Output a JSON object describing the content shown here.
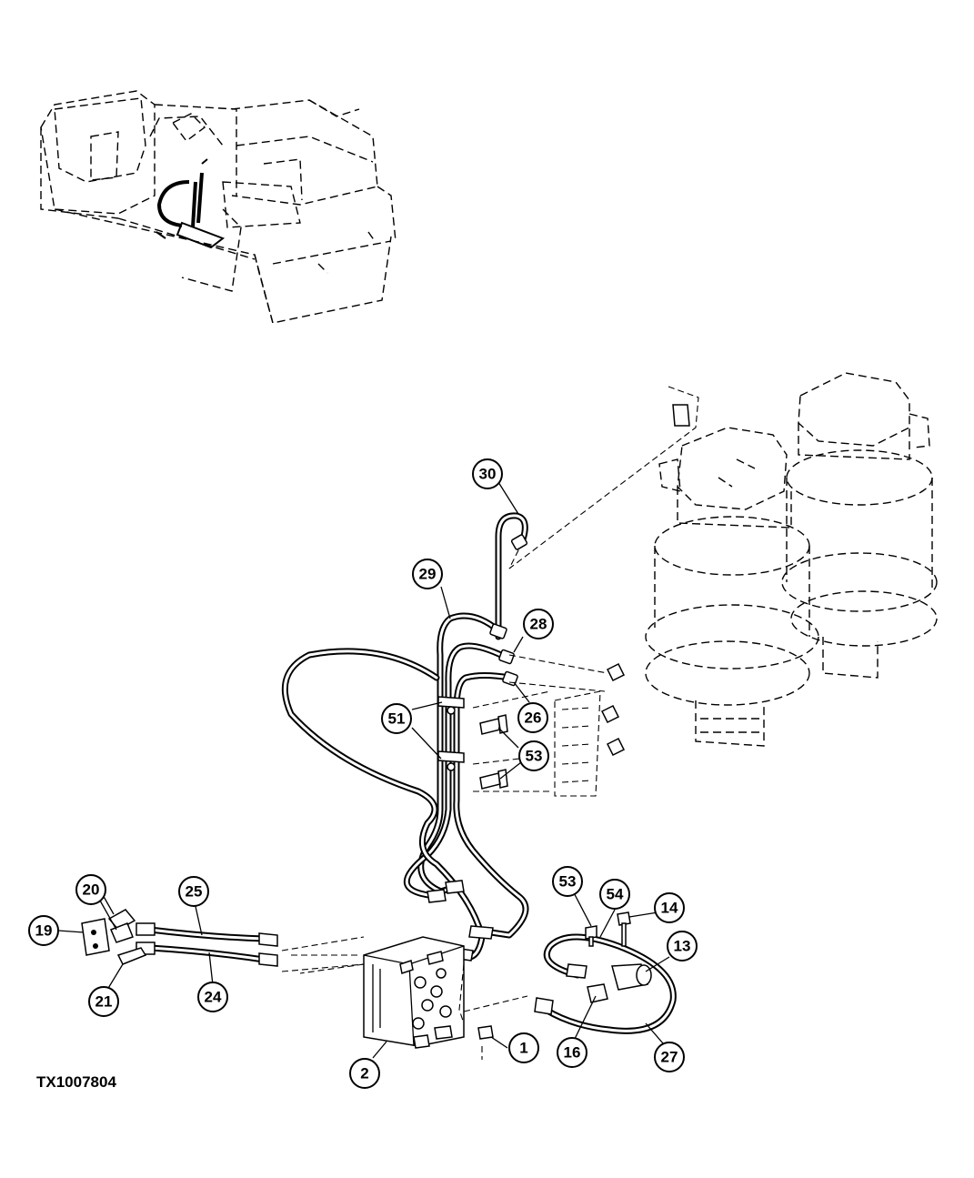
{
  "figure_id": "TX1007804",
  "callouts": [
    "30",
    "29",
    "28",
    "26",
    "51",
    "53",
    "53",
    "54",
    "14",
    "13",
    "20",
    "25",
    "19",
    "21",
    "24",
    "1",
    "2",
    "16",
    "27"
  ]
}
